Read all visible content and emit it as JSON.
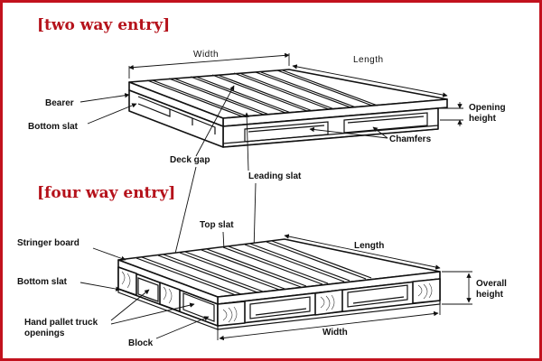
{
  "headings": {
    "two_way": "[two way entry]",
    "four_way": "[four way entry]"
  },
  "labels": {
    "width_top": "Width",
    "length_top": "Length",
    "bearer": "Bearer",
    "bottom_slat_top": "Bottom slat",
    "opening_height_1": "Opening",
    "opening_height_2": "height",
    "chamfers": "Chamfers",
    "deck_gap": "Deck gap",
    "leading_slat": "Leading slat",
    "top_slat": "Top slat",
    "stringer_board": "Stringer board",
    "bottom_slat_bottom": "Bottom slat",
    "hand_truck_1": "Hand pallet truck",
    "hand_truck_2": "openings",
    "block": "Block",
    "length_bottom": "Length",
    "overall_height_1": "Overall",
    "overall_height_2": "height",
    "width_bottom": "Width"
  },
  "colors": {
    "frame": "#c2121e",
    "heading": "#b5121b",
    "ink": "#111111"
  }
}
